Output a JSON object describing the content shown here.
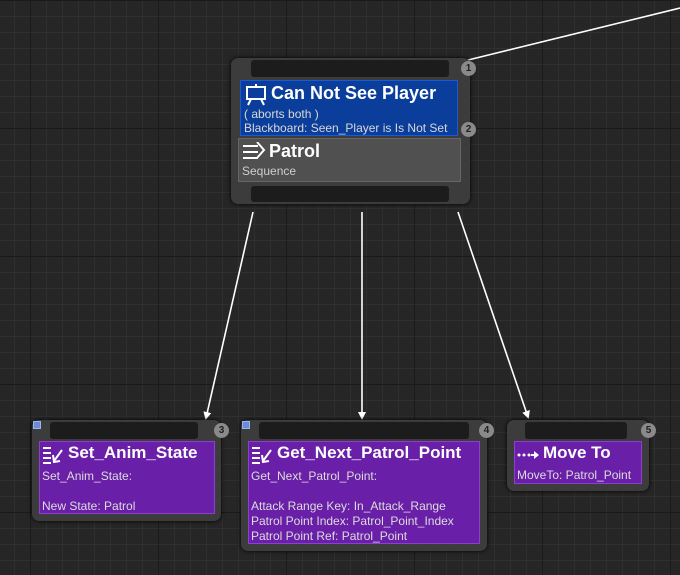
{
  "colors": {
    "background": "#262626",
    "decorator": "#0a3e9a",
    "composite": "#505050",
    "task": "#6a1fa8",
    "link": "#ffffff"
  },
  "root_node": {
    "badge": "1",
    "decorator": {
      "icon": "blackboard-icon",
      "title": "Can Not See Player",
      "aborts": "( aborts both )",
      "condition": "Blackboard: Seen_Player is Is Not Set",
      "badge": "2"
    },
    "composite": {
      "icon": "sequence-icon",
      "title": "Patrol",
      "subtitle": "Sequence"
    }
  },
  "tasks": [
    {
      "icon": "set-value-icon",
      "title": "Set_Anim_State",
      "badge": "3",
      "lines": [
        "Set_Anim_State:",
        "",
        "New State: Patrol"
      ]
    },
    {
      "icon": "set-value-icon",
      "title": "Get_Next_Patrol_Point",
      "badge": "4",
      "lines": [
        "Get_Next_Patrol_Point:",
        "",
        "Attack Range Key: In_Attack_Range",
        "Patrol Point Index: Patrol_Point_Index",
        "Patrol Point Ref: Patrol_Point"
      ]
    },
    {
      "icon": "move-to-icon",
      "title": "Move To",
      "badge": "5",
      "lines": [
        "MoveTo: Patrol_Point"
      ]
    }
  ]
}
